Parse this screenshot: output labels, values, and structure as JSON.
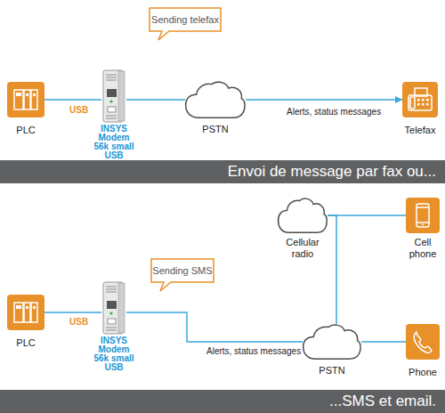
{
  "diagram": {
    "nodes": [
      {
        "text": [
          "Sending telefax"
        ]
      },
      {
        "text": [
          "PLC"
        ]
      },
      {
        "text": [
          "INSYS Modem 56k small USB"
        ]
      },
      {
        "text": [
          "PSTN"
        ]
      },
      {
        "text": [
          "Telefax"
        ]
      },
      {
        "text": [
          "Envoi de message par fax ou..."
        ]
      },
      {
        "text": [
          "Sending SMS"
        ]
      },
      {
        "text": [
          "Cellular radio"
        ]
      },
      {
        "text": [
          "Cell phone"
        ]
      },
      {
        "text": [
          "PLC"
        ]
      },
      {
        "text": [
          "INSYS Modem 56k small USB"
        ]
      },
      {
        "text": [
          "PSTN"
        ]
      },
      {
        "text": [
          "Phone"
        ]
      },
      {
        "text": [
          "...SMS et email."
        ]
      }
    ],
    "edges": [
      {
        "from": 1,
        "to": 2,
        "label": "USB",
        "arrow": "none"
      },
      {
        "from": 2,
        "to": 3,
        "arrow": "none"
      },
      {
        "from": 3,
        "to": 4,
        "label": "Alerts, status messages",
        "arrow": "to"
      },
      {
        "from": 9,
        "to": 10,
        "label": "USB",
        "arrow": "none"
      },
      {
        "from": 10,
        "to": 11,
        "label": "Alerts, status messages",
        "arrow": "none"
      },
      {
        "from": 11,
        "to": 7,
        "arrow": "none"
      },
      {
        "from": 7,
        "to": 8,
        "arrow": "none"
      },
      {
        "from": 11,
        "to": 12,
        "arrow": "none"
      }
    ]
  }
}
